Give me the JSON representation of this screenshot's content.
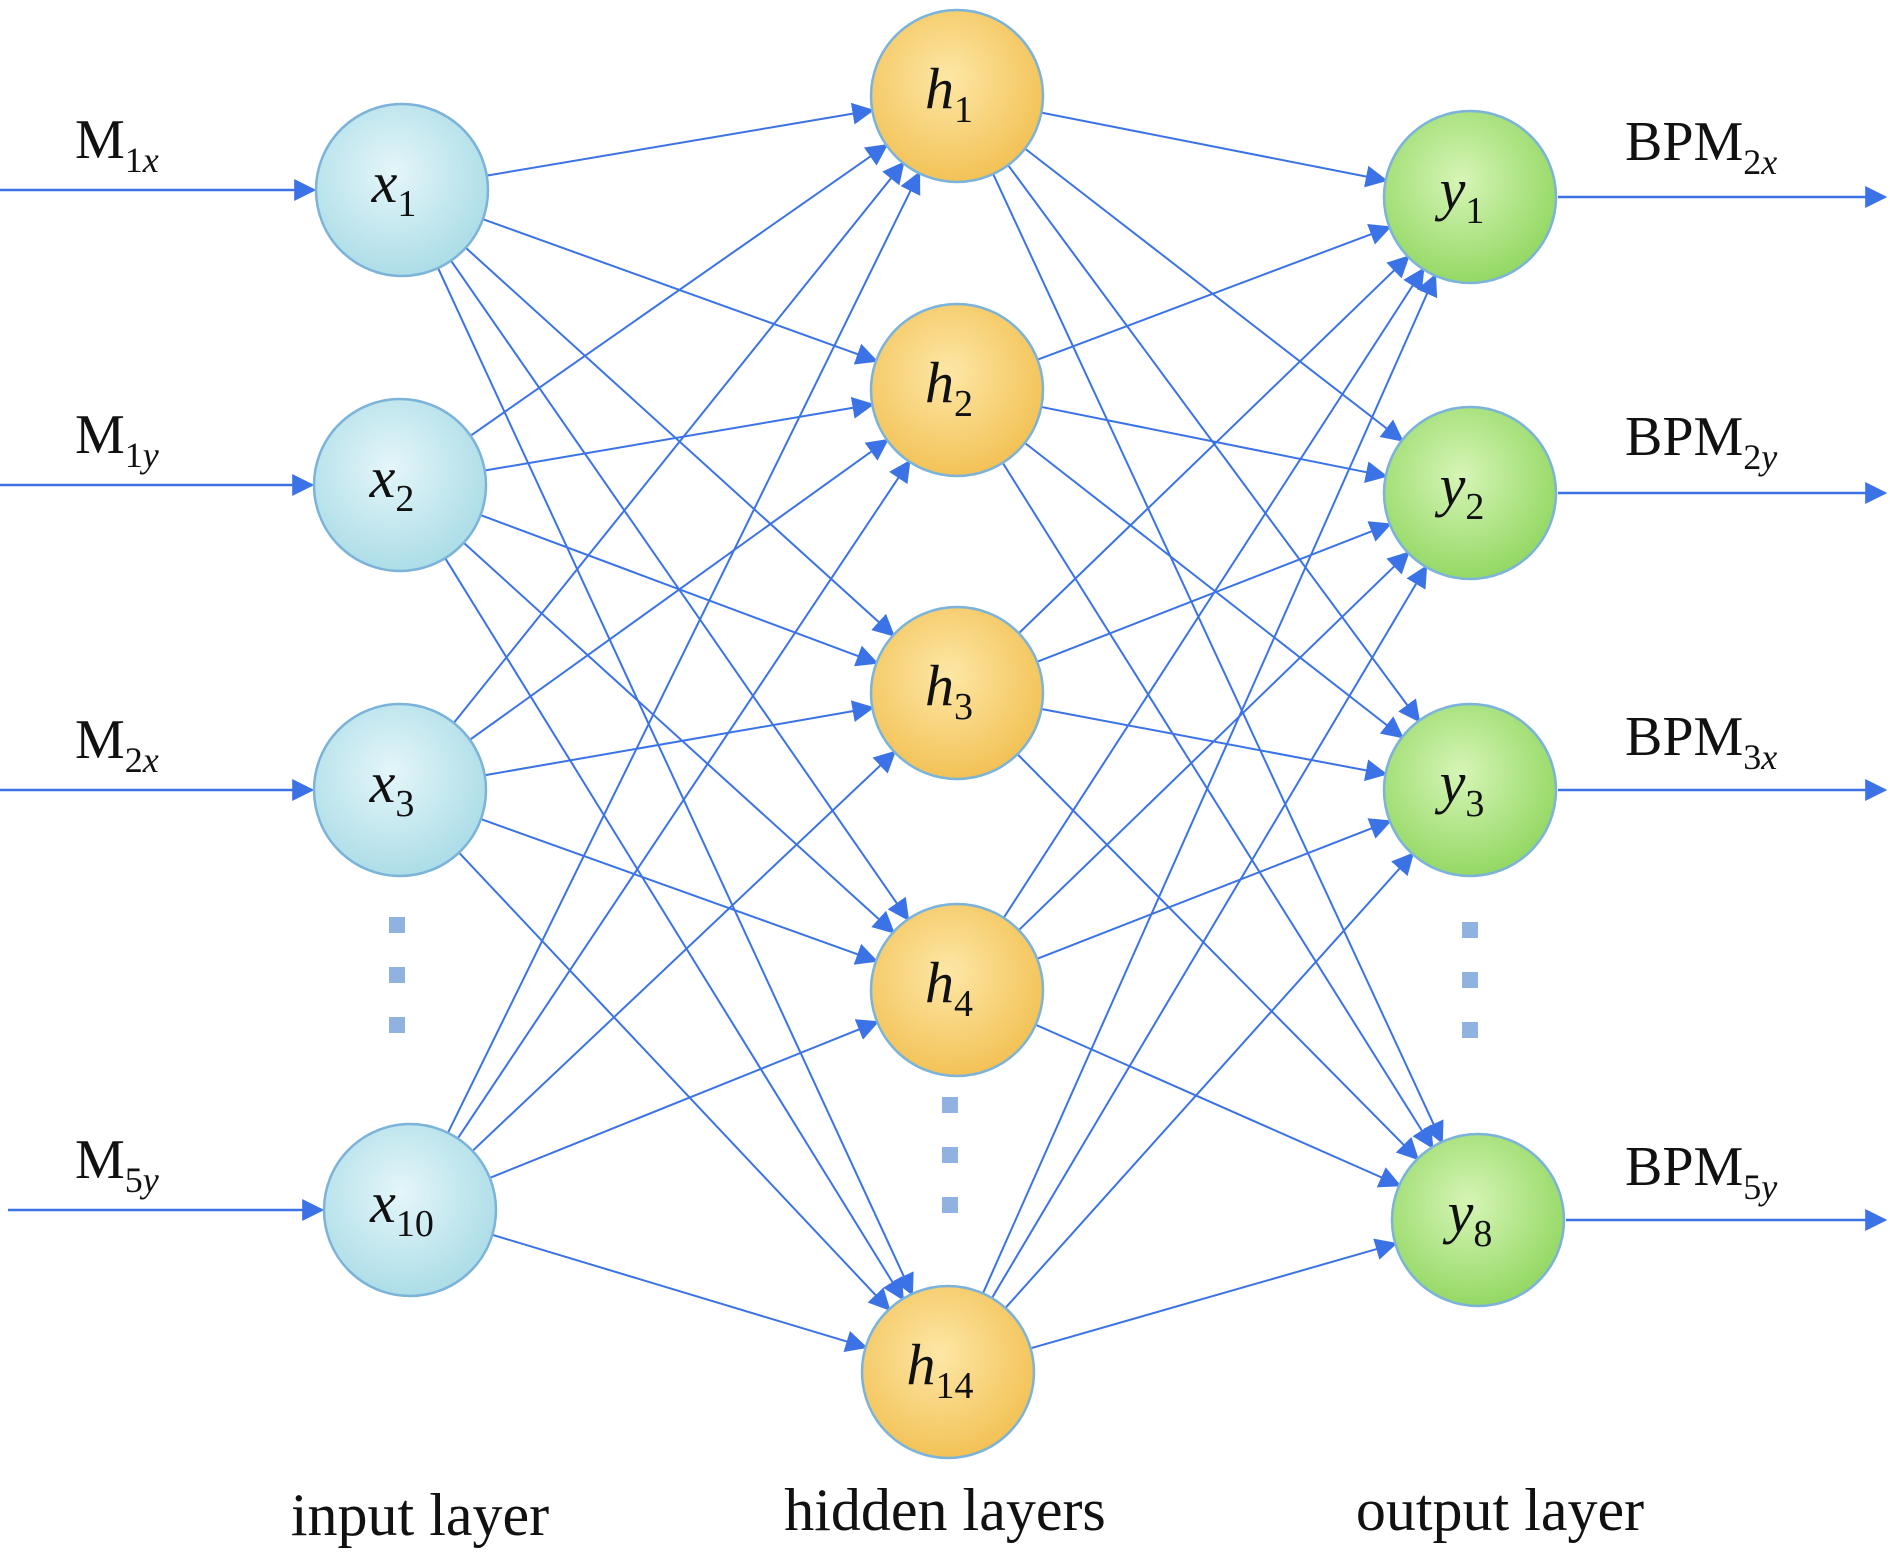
{
  "colors": {
    "edge": "#3b73e6",
    "input_fill": "#bfe6ee",
    "hidden_fill": "#f6cd6a",
    "output_fill": "#a6e07a",
    "node_border": "#7bb3d9",
    "ellipsis": "#8fb2e0"
  },
  "layers": {
    "input": {
      "label": "input layer",
      "nodes": [
        {
          "var": "x",
          "sub": "1"
        },
        {
          "var": "x",
          "sub": "2"
        },
        {
          "var": "x",
          "sub": "3"
        },
        {
          "var": "x",
          "sub": "10"
        }
      ]
    },
    "hidden": {
      "label": "hidden layers",
      "nodes": [
        {
          "var": "h",
          "sub": "1"
        },
        {
          "var": "h",
          "sub": "2"
        },
        {
          "var": "h",
          "sub": "3"
        },
        {
          "var": "h",
          "sub": "4"
        },
        {
          "var": "h",
          "sub": "14"
        }
      ]
    },
    "output": {
      "label": "output layer",
      "nodes": [
        {
          "var": "y",
          "sub": "1"
        },
        {
          "var": "y",
          "sub": "2"
        },
        {
          "var": "y",
          "sub": "3"
        },
        {
          "var": "y",
          "sub": "8"
        }
      ]
    }
  },
  "inputs": [
    {
      "name": "M",
      "num": "1",
      "axis": "x"
    },
    {
      "name": "M",
      "num": "1",
      "axis": "y"
    },
    {
      "name": "M",
      "num": "2",
      "axis": "x"
    },
    {
      "name": "M",
      "num": "5",
      "axis": "y"
    }
  ],
  "outputs": [
    {
      "name": "BPM",
      "num": "2",
      "axis": "x"
    },
    {
      "name": "BPM",
      "num": "2",
      "axis": "y"
    },
    {
      "name": "BPM",
      "num": "3",
      "axis": "x"
    },
    {
      "name": "BPM",
      "num": "5",
      "axis": "y"
    }
  ]
}
